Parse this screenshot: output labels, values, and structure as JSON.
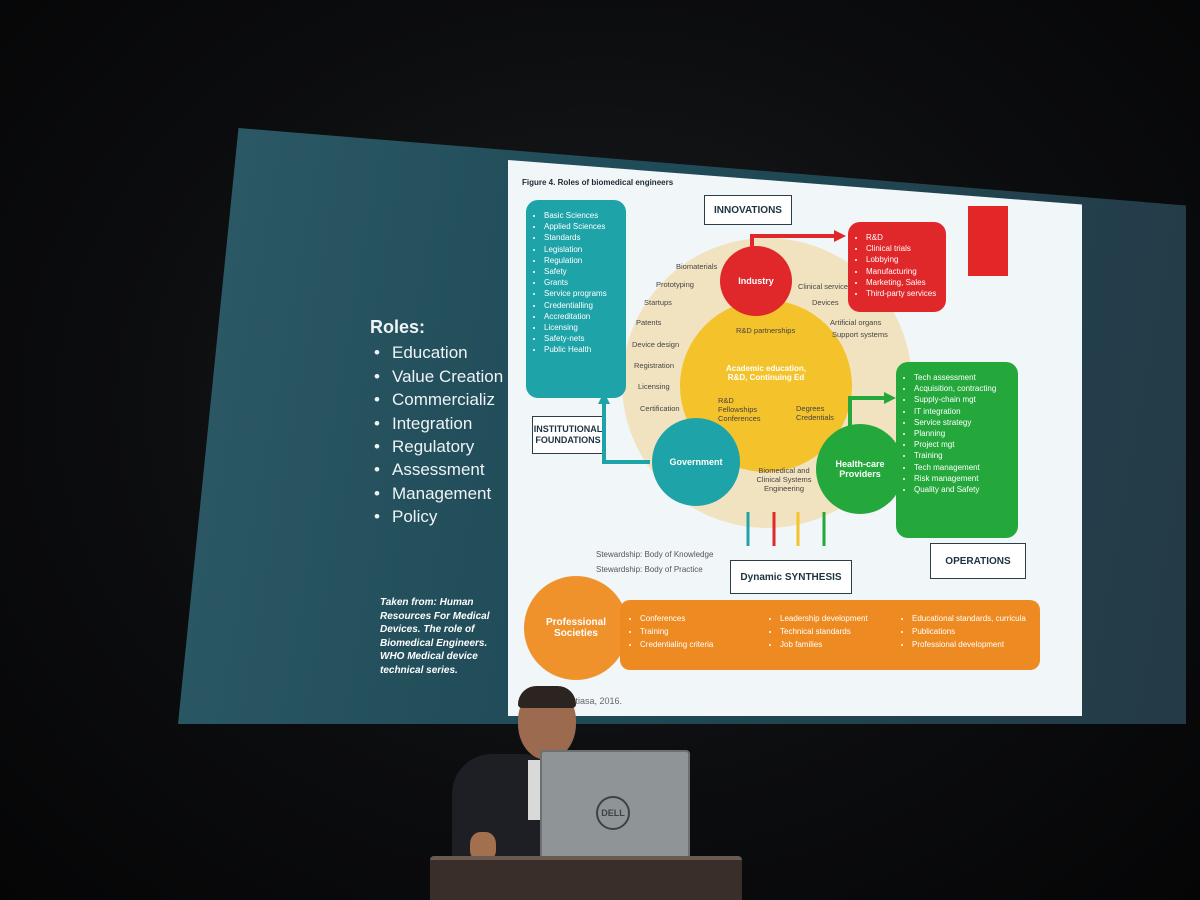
{
  "slide": {
    "roles_title": "Roles:",
    "roles": [
      "Education",
      "Value Creation",
      "Commercializ",
      "Integration",
      "Regulatory",
      "Assessment",
      "Management",
      "Policy"
    ],
    "citation": "Taken from: Human Resources For Medical Devices. The role of Biomedical Engineers. WHO Medical device technical series."
  },
  "figure": {
    "title": "Figure 4. Roles of biomedical engineers",
    "innovations": "INNOVATIONS",
    "institutional": "INSTITUTIONAL FOUNDATIONS",
    "operations": "OPERATIONS",
    "dynamic": "Dynamic SYNTHESIS",
    "industry": "Industry",
    "government": "Government",
    "healthcare": "Health-care Providers",
    "professional": "Professional Societies",
    "center": "Academic education, R&D, Continuing Ed",
    "left_list": [
      "Basic Sciences",
      "Applied Sciences",
      "Standards",
      "Legislation",
      "Regulation",
      "Safety",
      "Grants",
      "Service programs",
      "Credentialling",
      "Accreditation",
      "Licensing",
      "Safety-nets",
      "Public Health"
    ],
    "red_list": [
      "R&D",
      "Clinical trials",
      "Lobbying",
      "Manufacturing",
      "Marketing, Sales",
      "Third-party services"
    ],
    "green_list": [
      "Tech assessment",
      "Acquisition, contracting",
      "Supply-chain mgt",
      "IT integration",
      "Service strategy",
      "Planning",
      "Project mgt",
      "Training",
      "Tech management",
      "Risk management",
      "Quality and Safety"
    ],
    "ring_left": [
      "Biomaterials",
      "Prototyping",
      "Startups",
      "Patents",
      "Device design",
      "Registration",
      "Licensing",
      "Certification"
    ],
    "ring_right": [
      "Clinical services",
      "Devices",
      "Artificial organs",
      "Support systems"
    ],
    "rd_partnerships": "R&D partnerships",
    "fellowships": "R&D Fellowships Conferences",
    "degrees": "Degrees Credentials",
    "biomedical": "Biomedical and Clinical Systems Engineering",
    "stewardship": [
      "Stewardship: Body of Knowledge",
      "Stewardship: Body of Practice"
    ],
    "orange_col1": [
      "Conferences",
      "Training",
      "Credentialing criteria"
    ],
    "orange_col2": [
      "Leadership development",
      "Technical standards",
      "Job families"
    ],
    "orange_col3": [
      "Educational standards, curricula",
      "Publications",
      "Professional development"
    ],
    "source": "...tiasa, 2016."
  },
  "laptop_logo": "DELL",
  "colors": {
    "teal": "#1ea3a8",
    "red": "#e0272a",
    "green": "#24a83c",
    "yellow": "#f4c22a",
    "orange": "#f0922c"
  }
}
